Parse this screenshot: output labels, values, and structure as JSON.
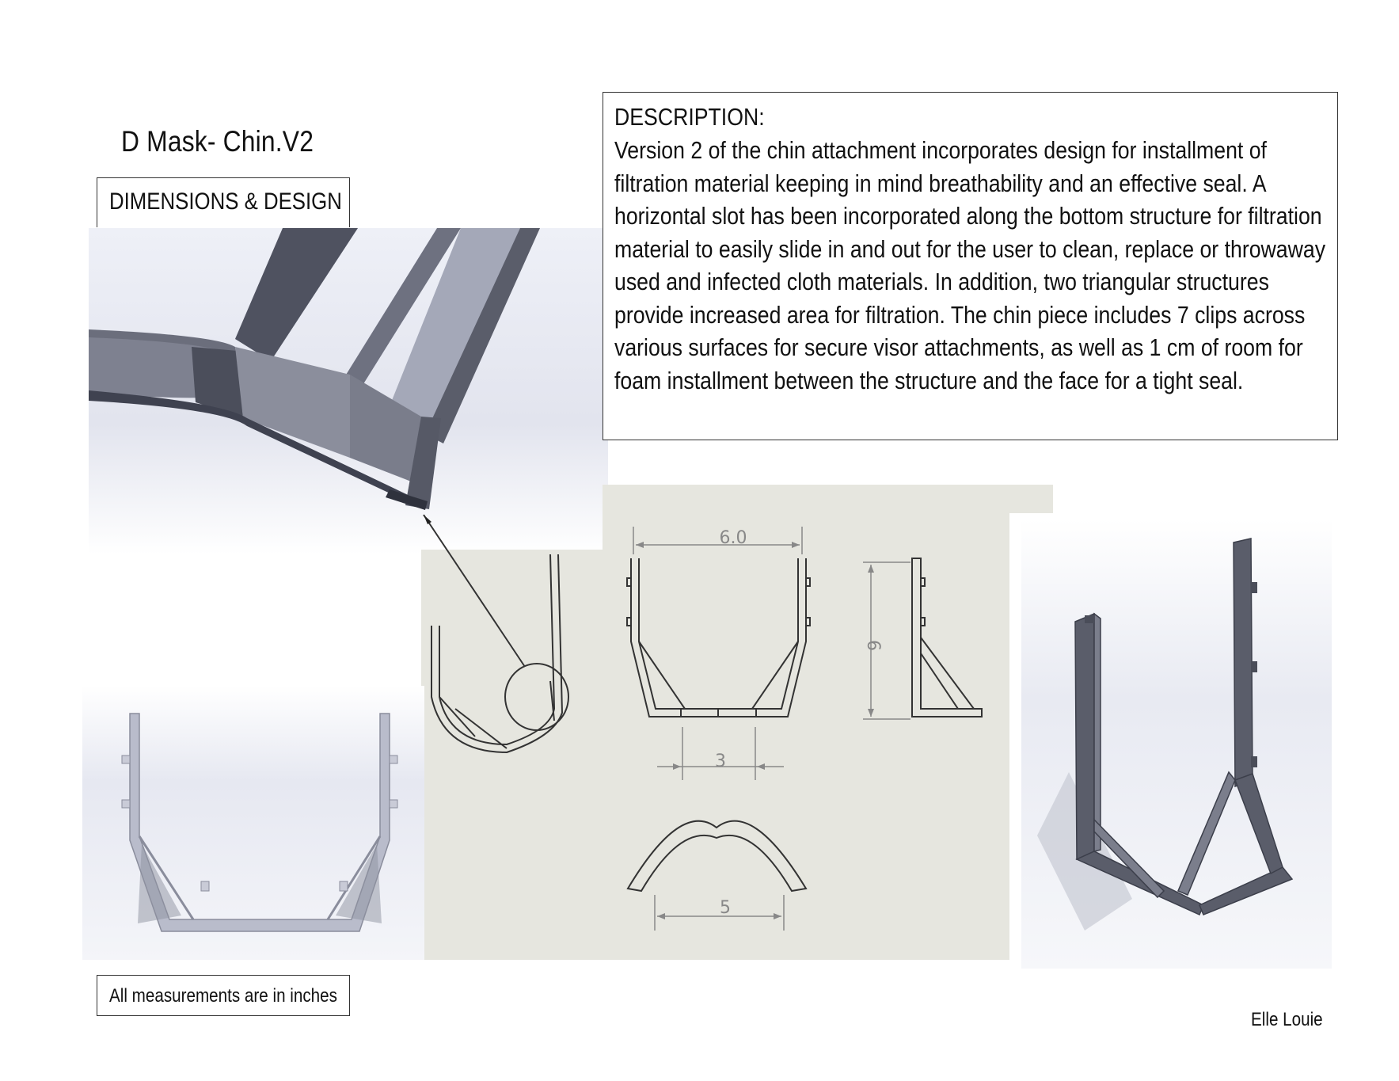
{
  "title": "D Mask- Chin.V2",
  "dimensions_label": "DIMENSIONS & DESIGN",
  "description": {
    "heading": "DESCRIPTION:",
    "body": "Version 2 of the chin attachment incorporates design for installment of filtration material keeping in mind breathability and an effective seal. A horizontal slot has been incorporated along the bottom structure for filtration material to easily slide in and out for the user to clean, replace or throwaway used and infected cloth materials. In addition, two triangular structures provide increased area for filtration. The chin piece includes 7 clips across various surfaces for secure visor attachments, as well as 1 cm of room for foam installment between the structure and the face for a tight seal."
  },
  "dimension_values": {
    "top_width": "6.0",
    "side_height": "6",
    "bottom_width": "3",
    "arc_width": "5"
  },
  "units_note": "All measurements are in inches",
  "author": "Elle Louie",
  "colors": {
    "drawing_bg": "#e6e6df",
    "render_bg": "#eceef4",
    "part_dark": "#5c5f6c",
    "part_light": "#a3a7b7",
    "line": "#333333"
  }
}
